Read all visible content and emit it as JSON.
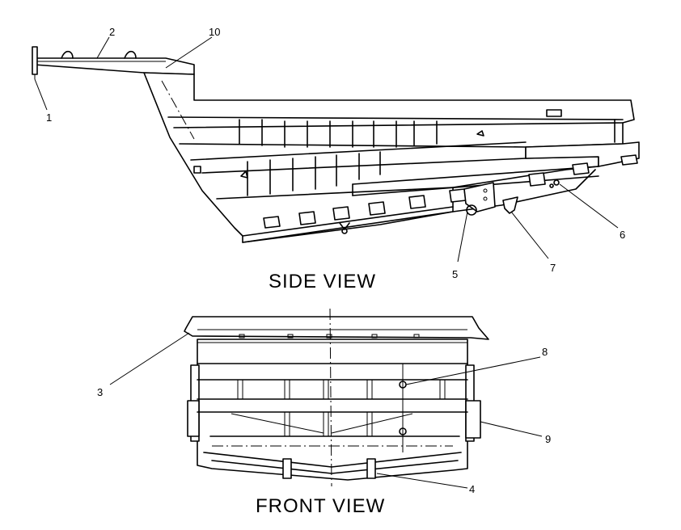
{
  "views": {
    "side_title": "SIDE VIEW",
    "front_title": "FRONT VIEW"
  },
  "callouts": [
    "1",
    "2",
    "3",
    "4",
    "5",
    "6",
    "7",
    "8",
    "9",
    "10"
  ]
}
